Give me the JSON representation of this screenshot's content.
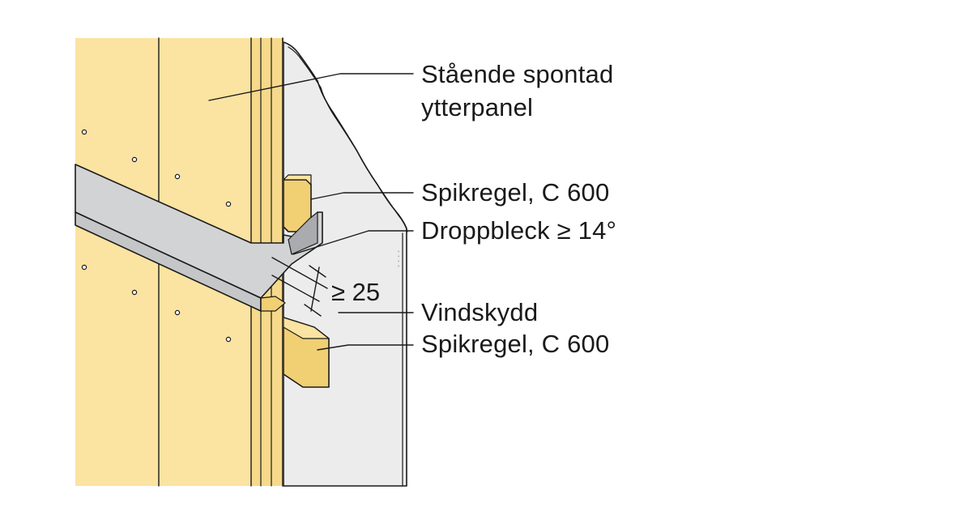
{
  "labels": {
    "panel_line1": "Stående spontad",
    "panel_line2": "ytterpanel",
    "spikregel_top": "Spikregel, C 600",
    "droppbleck": "Droppbleck ≥ 14°",
    "vindskydd": "Vindskydd",
    "spikregel_bottom": "Spikregel, C 600"
  },
  "dimension": {
    "gap": "≥ 25"
  },
  "colors": {
    "wood": "#fbe3a1",
    "wood_dark": "#f1cf73",
    "metal": "#d2d3d5",
    "metal_dark": "#a9abae",
    "wind_barrier": "#ececec",
    "line": "#1a1a1a"
  }
}
